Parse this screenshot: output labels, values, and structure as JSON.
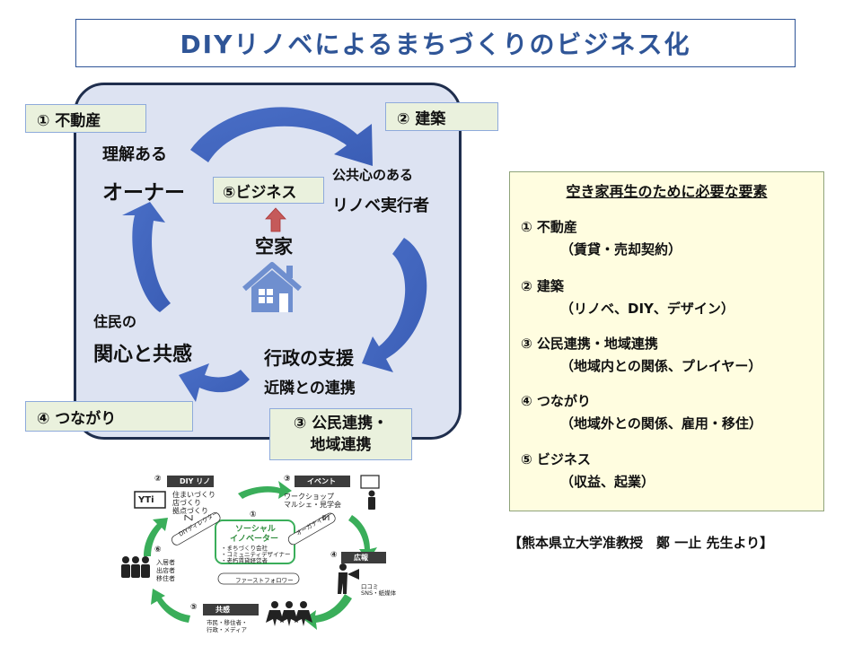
{
  "title": "DIYリノベによるまちづくりのビジネス化",
  "cycle": {
    "tags": {
      "real_estate": "① 不動産",
      "architecture": "② 建築",
      "connection": "④ つながり",
      "public_private_1": "③ 公民連携・",
      "public_private_2": "地域連携",
      "business": "⑤ビジネス"
    },
    "labels": {
      "owner_1": "理解ある",
      "owner_2": "オーナー",
      "renovator_1": "公共心のある",
      "renovator_2": "リノベ実行者",
      "residents_1": "住民の",
      "residents_2": "関心と共感",
      "admin_1": "行政の支援",
      "admin_2": "近隣との連携",
      "vacant": "空家"
    },
    "colors": {
      "arrow": "#4472c4",
      "house": "#6f8fcf",
      "up_arrow": "#c0504d"
    }
  },
  "requirements": {
    "heading": "空き家再生のために必要な要素",
    "items": [
      {
        "main": "① 不動産",
        "sub": "（賃貸・売却契約）"
      },
      {
        "main": "② 建築",
        "sub": "（リノベ、DIY、デザイン）"
      },
      {
        "main": "③ 公民連携・地域連携",
        "sub": "（地域内との関係、プレイヤー）"
      },
      {
        "main": "④ つながり",
        "sub": "（地域外との関係、雇用・移住）"
      },
      {
        "main": "⑤ ビジネス",
        "sub": "（収益、起業）"
      }
    ]
  },
  "credit": "【熊本県立大学准教授　鄭 一止 先生より】",
  "small_diagram": {
    "center_num": "①",
    "center_1": "ソーシャル",
    "center_2": "イノベーター",
    "center_list": [
      "・まちづくり会社",
      "・コミュニティデザイナー",
      "・老朽賃貸経営者"
    ],
    "n2": "②",
    "diy_bar": "DIY リノベ",
    "diy_items": [
      "住まいづくり",
      "店づくり",
      "拠点づくり"
    ],
    "n3": "③",
    "event_bar": "イベント",
    "event_items": [
      "ワークショップ",
      "マルシェ・見学会"
    ],
    "n4": "④",
    "pr_bar": "広報",
    "pr_items": [
      "口コミ",
      "SNS・紙媒体"
    ],
    "n5": "⑤",
    "empathy_bar": "共感",
    "empathy_items": [
      "市民・移住者・",
      "行政・メディア"
    ],
    "n6": "⑥",
    "people_items": [
      "入居者",
      "出店者",
      "移住者"
    ],
    "director": "DIYディレクター",
    "organizer": "オーガナイザー",
    "first_follower": "ファーストフォロワー",
    "sign_text": "YTi"
  }
}
